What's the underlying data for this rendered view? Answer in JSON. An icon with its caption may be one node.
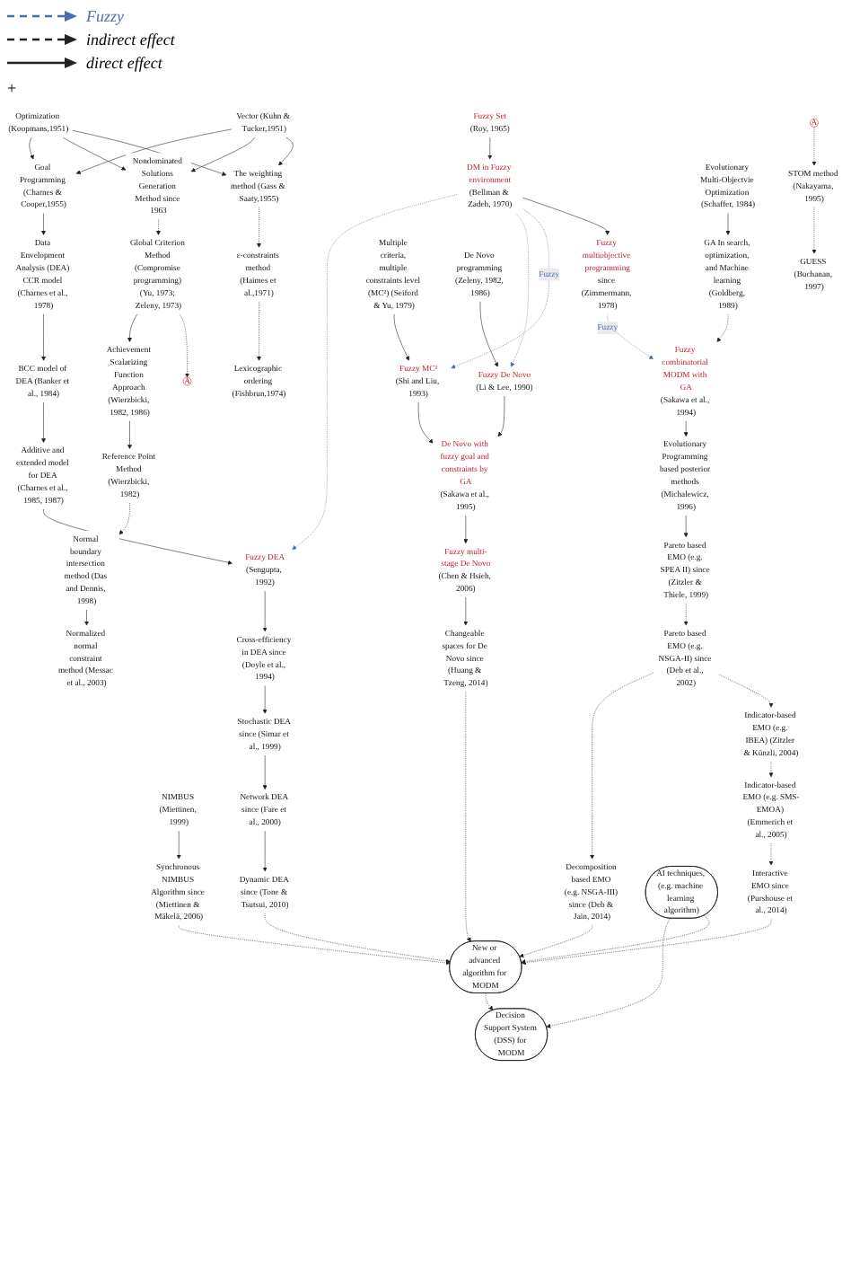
{
  "diagram": {
    "nodes": [
      {
        "text": [
          "Vector (Kuhn & Tucker,1951)"
        ]
      },
      {
        "text": [
          "Optimization (Koopmans,1951)"
        ]
      },
      {
        "text": [
          "The weighting method (Gass & Saaty,1955)"
        ]
      },
      {
        "text": [
          "Nondominated Solutions Generation Method since 1963"
        ]
      },
      {
        "text": [
          "Goal Programming (Charnes & Cooper,1955)"
        ]
      },
      {
        "text": [
          "Fuzzy Set",
          "(Roy, 1965)"
        ]
      },
      {
        "text": [
          "ε-constraints method (Haimes et al.,1971)"
        ]
      },
      {
        "text": [
          "DM in Fuzzy environment",
          "(Bellman & Zadeh, 1970)"
        ]
      },
      {
        "text": [
          "Global Criterion Method (Compromise programming) (Yu, 1973; Zeleny, 1973)"
        ]
      },
      {
        "text": [
          "Lexicographic ordering (Fishbrun,1974)"
        ]
      },
      {
        "text": [
          "A"
        ]
      },
      {
        "text": [
          "Data Envelopment Analysis (DEA) CCR model (Charnes et al., 1978)"
        ]
      },
      {
        "text": [
          "Fuzzy multiobjective programming",
          "since (Zimmermann, 1978)"
        ]
      },
      {
        "text": [
          "Multiple criteria, multiple constraints level (MC²) (Seiford & Yu, 1979)"
        ]
      },
      {
        "text": [
          "Achievement Scalarizing Function Approach (Wierzbicki, 1982, 1986)"
        ]
      },
      {
        "text": [
          "BCC model of DEA (Banker et al., 1984)"
        ]
      },
      {
        "text": [
          "Evolutionary Multi-Objectvie Optimization (Schaffer, 1984)"
        ]
      },
      {
        "text": [
          "De Novo programming (Zeleny, 1982, 1986)"
        ]
      },
      {
        "text": [
          "Reference Point Method (Wierzbicki, 1982)"
        ]
      },
      {
        "text": [
          "Additive and extended model for DEA (Charnes et al., 1985, 1987)"
        ]
      },
      {
        "text": [
          "GA In search, optimization, and Machine learning (Goldberg, 1989)"
        ]
      },
      {
        "text": [
          "Fuzzy De Novo",
          "(Li & Lee, 1990)"
        ]
      },
      {
        "text": [
          "Fuzzy DEA",
          "(Sengupta, 1992)"
        ]
      },
      {
        "text": [
          "Fuzzy MC²",
          "(Shi and Liu, 1993)"
        ]
      },
      {
        "text": [
          "A"
        ]
      },
      {
        "text": [
          "Fuzzy combinatorial MODM with GA",
          "(Sakawa et al., 1994)"
        ]
      },
      {
        "text": [
          "De Novo with fuzzy goal and constraints by GA",
          "(Sakawa et al., 1995)"
        ]
      },
      {
        "text": [
          "Cross-efficiency in DEA since (Doyle et al., 1994)"
        ]
      },
      {
        "text": [
          "STOM method (Nakayama, 1995)"
        ]
      },
      {
        "text": [
          "Evolutionary Programming based posterior methods (Michalewicz, 1996)"
        ]
      },
      {
        "text": [
          "GUESS (Buchanan, 1997)"
        ]
      },
      {
        "text": [
          "Pareto based EMO (e.g. SPEA II) since (Zitzler & Thiele, 1999)"
        ]
      },
      {
        "text": [
          "Normal boundary intersection method (Das and Dennis, 1998)"
        ]
      },
      {
        "text": [
          "Stochastic DEA since (Simar et al., 1999)"
        ]
      },
      {
        "text": [
          "NIMBUS (Miettinen, 1999)"
        ]
      },
      {
        "text": [
          "Pareto based EMO (e.g. NSGA-II) since (Deb et al., 2002)"
        ]
      },
      {
        "text": [
          "Network DEA since (Fare et al., 2000)"
        ]
      },
      {
        "text": [
          "Normalized normal constraint method (Messac et al., 2003)"
        ]
      },
      {
        "text": [
          "Indicator-based EMO (e.g. IBEA) (Zitzler & Künzli, 2004)"
        ]
      },
      {
        "text": [
          "Indicator-based EMO (e.g. SMS-EMOA) (Emmerich et al., 2005)"
        ]
      },
      {
        "text": [
          "Fuzzy multi-stage De Novo",
          "(Chen & Hsieh, 2006)"
        ]
      },
      {
        "text": [
          "Synchronous NIMBUS Algorithm since (Miettinen & Mäkelä, 2006)"
        ]
      },
      {
        "text": [
          "Decomposition based EMO (e.g. NSGA-III) since (Deb & Jain, 2014)"
        ]
      },
      {
        "text": [
          "Interactive EMO since (Purshouse et al., 2014)"
        ]
      },
      {
        "text": [
          "Changeable spaces for De Novo since (Huang & Tzeng, 2014)"
        ]
      },
      {
        "text": [
          "Dynamic DEA since (Tone & Tsutsui, 2010)"
        ]
      },
      {
        "text": [
          "New or advanced algorithm for MODM"
        ]
      },
      {
        "text": [
          "AI techniques, (e.g. machine learning algorithm)"
        ]
      },
      {
        "text": [
          "Decision Support System (DSS) for MODM"
        ]
      }
    ],
    "edges": [
      {
        "from": 0,
        "to": 2,
        "arrow": "to"
      },
      {
        "from": 0,
        "to": 3,
        "arrow": "to"
      },
      {
        "from": 0,
        "to": 4,
        "arrow": "to"
      },
      {
        "from": 1,
        "to": 2,
        "arrow": "to"
      },
      {
        "from": 1,
        "to": 3,
        "arrow": "to"
      },
      {
        "from": 1,
        "to": 4,
        "arrow": "to"
      },
      {
        "from": 2,
        "to": 6,
        "arrow": "to",
        "style": "dashed"
      },
      {
        "from": 6,
        "to": 9,
        "arrow": "to",
        "style": "dashed"
      },
      {
        "from": 3,
        "to": 8,
        "arrow": "to",
        "style": "dashed"
      },
      {
        "from": 8,
        "to": 10,
        "arrow": "to",
        "style": "dashed"
      },
      {
        "from": 8,
        "to": 14,
        "arrow": "to"
      },
      {
        "from": 4,
        "to": 11,
        "arrow": "to"
      },
      {
        "from": 11,
        "to": 15,
        "arrow": "to"
      },
      {
        "from": 15,
        "to": 19,
        "arrow": "to"
      },
      {
        "from": 19,
        "to": 22,
        "arrow": "to"
      },
      {
        "from": 22,
        "to": 27,
        "arrow": "to"
      },
      {
        "from": 27,
        "to": 33,
        "arrow": "to"
      },
      {
        "from": 33,
        "to": 36,
        "arrow": "to"
      },
      {
        "from": 36,
        "to": 45,
        "arrow": "to"
      },
      {
        "from": 5,
        "to": 7,
        "arrow": "to"
      },
      {
        "from": 7,
        "to": 12,
        "arrow": "to"
      },
      {
        "from": 12,
        "to": 25,
        "label": "Fuzzy",
        "arrow": "to",
        "style": "dashed",
        "color": "#4a6cb3"
      },
      {
        "from": 7,
        "to": 23,
        "label": "Fuzzy",
        "arrow": "to",
        "style": "dashed",
        "color": "#4a6cb3"
      },
      {
        "from": 7,
        "to": 21,
        "arrow": "to",
        "style": "dashed",
        "color": "#4a6cb3"
      },
      {
        "from": 7,
        "to": 22,
        "arrow": "to",
        "style": "dashed",
        "color": "#4a6cb3"
      },
      {
        "from": 13,
        "to": 23,
        "arrow": "to"
      },
      {
        "from": 17,
        "to": 21,
        "arrow": "to"
      },
      {
        "from": 21,
        "to": 26,
        "arrow": "to"
      },
      {
        "from": 23,
        "to": 26,
        "arrow": "to"
      },
      {
        "from": 16,
        "to": 20,
        "arrow": "to"
      },
      {
        "from": 20,
        "to": 25,
        "arrow": "to",
        "style": "dashed"
      },
      {
        "from": 14,
        "to": 18,
        "arrow": "to"
      },
      {
        "from": 18,
        "to": 32,
        "arrow": "to",
        "style": "dashed"
      },
      {
        "from": 32,
        "to": 37,
        "arrow": "to"
      },
      {
        "from": 25,
        "to": 29,
        "arrow": "to"
      },
      {
        "from": 29,
        "to": 31,
        "arrow": "to"
      },
      {
        "from": 31,
        "to": 35,
        "arrow": "to",
        "style": "dashed"
      },
      {
        "from": 35,
        "to": 38,
        "arrow": "to",
        "style": "dashed"
      },
      {
        "from": 38,
        "to": 39,
        "arrow": "to",
        "style": "dashed"
      },
      {
        "from": 39,
        "to": 43,
        "arrow": "to",
        "style": "dashed"
      },
      {
        "from": 35,
        "to": 42,
        "arrow": "to",
        "style": "dashed"
      },
      {
        "from": 26,
        "to": 40,
        "arrow": "to"
      },
      {
        "from": 40,
        "to": 44,
        "arrow": "to"
      },
      {
        "from": 24,
        "to": 28,
        "arrow": "to",
        "style": "dashed"
      },
      {
        "from": 28,
        "to": 30,
        "arrow": "to",
        "style": "dashed"
      },
      {
        "from": 34,
        "to": 41,
        "arrow": "to"
      },
      {
        "from": 42,
        "to": 46,
        "arrow": "to",
        "style": "dashed"
      },
      {
        "from": 43,
        "to": 46,
        "arrow": "to",
        "style": "dashed"
      },
      {
        "from": 44,
        "to": 46,
        "arrow": "to",
        "style": "dashed"
      },
      {
        "from": 45,
        "to": 46,
        "arrow": "to",
        "style": "dashed"
      },
      {
        "from": 41,
        "to": 46,
        "arrow": "to",
        "style": "dashed"
      },
      {
        "from": 47,
        "to": 46,
        "arrow": "to",
        "style": "dashed"
      },
      {
        "from": 46,
        "to": 48,
        "arrow": "to",
        "style": "dashed"
      },
      {
        "from": 47,
        "to": 48,
        "arrow": "to",
        "style": "dashed"
      }
    ],
    "labels": [
      "+"
    ],
    "legend": [
      {
        "text": "Fuzzy"
      },
      {
        "text": "indirect effect"
      },
      {
        "text": "direct effect"
      }
    ]
  }
}
